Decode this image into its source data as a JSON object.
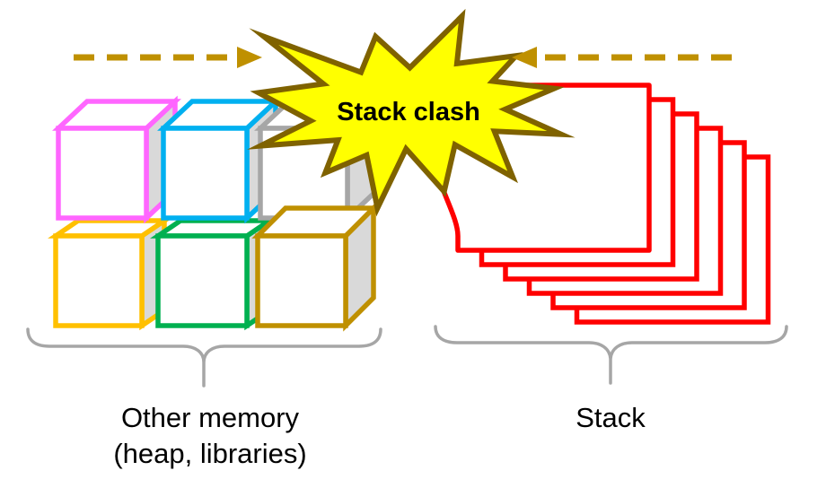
{
  "burst": {
    "label": "Stack clash",
    "fill": "#FFFF00",
    "stroke": "#7F6200"
  },
  "arrows": {
    "color": "#BF9000"
  },
  "cubes": [
    {
      "name": "pink",
      "color": "#FF66FF"
    },
    {
      "name": "blue",
      "color": "#00B0F0"
    },
    {
      "name": "gray",
      "color": "#A6A6A6"
    },
    {
      "name": "orange",
      "color": "#FFC000"
    },
    {
      "name": "green",
      "color": "#00B050"
    },
    {
      "name": "dark-gold",
      "color": "#BF9000"
    }
  ],
  "stack": {
    "page_count": 6,
    "color": "#FF0000"
  },
  "colors": {
    "cube_side": "#D9D9D9",
    "brace": "#A6A6A6",
    "text": "#000000",
    "background": "#FFFFFF"
  },
  "labels": {
    "other_memory_line1": "Other memory",
    "other_memory_line2": "(heap, libraries)",
    "stack": "Stack"
  }
}
